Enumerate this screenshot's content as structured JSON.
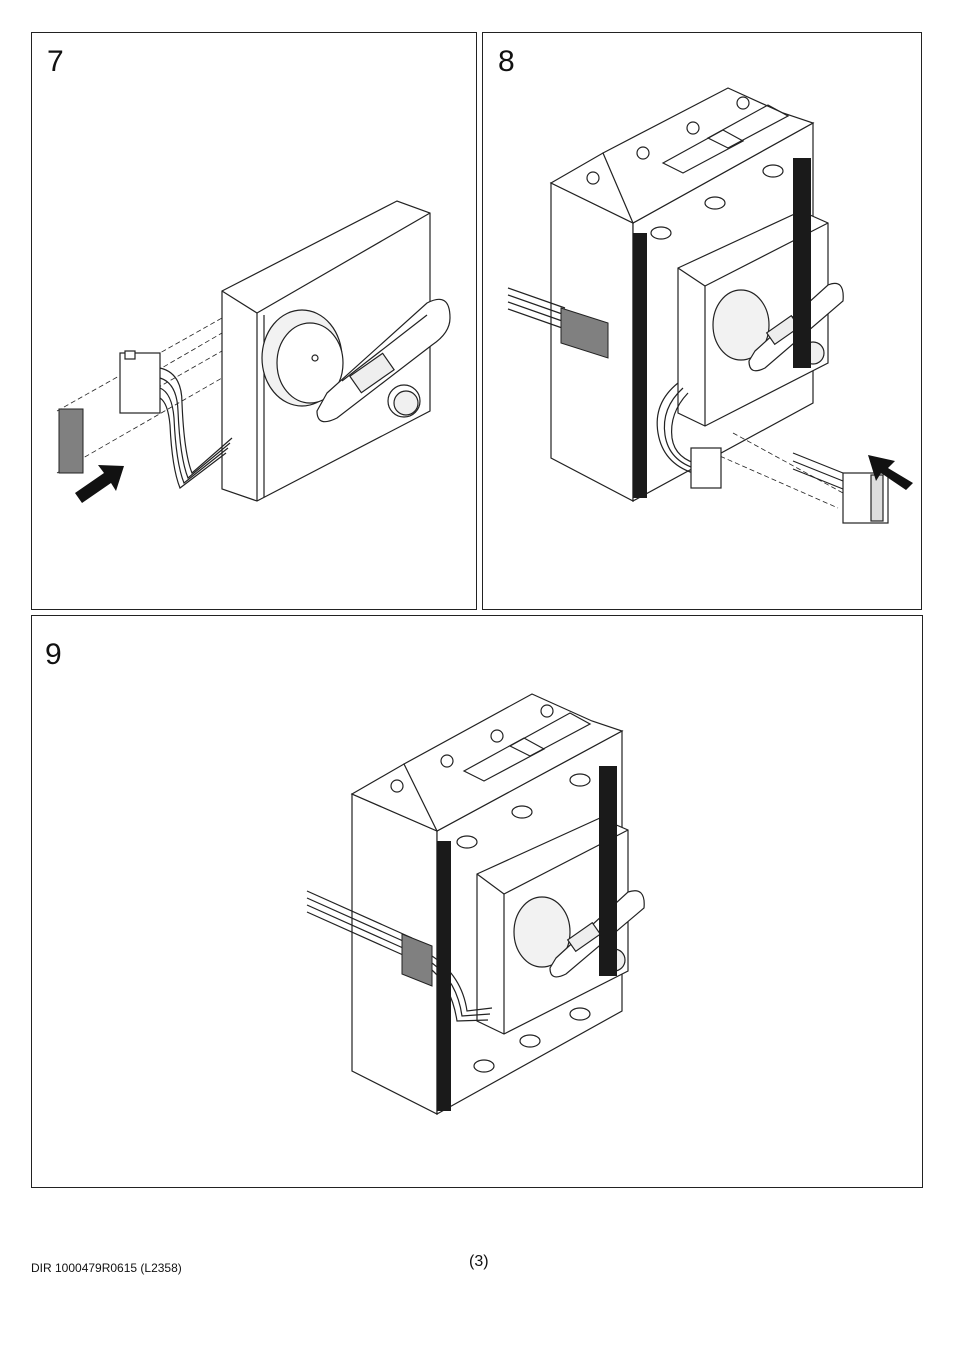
{
  "steps": [
    "7",
    "8",
    "9"
  ],
  "footer": {
    "doc_code": "DIR 1000479R0615 (L2358)",
    "page_number": "(3)"
  }
}
